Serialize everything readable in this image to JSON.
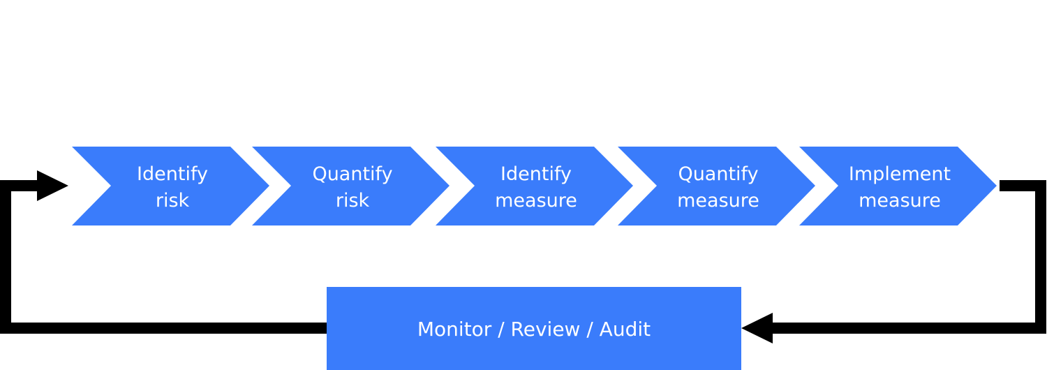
{
  "colors": {
    "step_fill": "#3a7cfb",
    "box_fill": "#3a7cfb",
    "arrow": "#000000",
    "text": "#ffffff"
  },
  "steps": [
    {
      "line1": "Identify",
      "line2": "risk"
    },
    {
      "line1": "Quantify",
      "line2": "risk"
    },
    {
      "line1": "Identify",
      "line2": "measure"
    },
    {
      "line1": "Quantify",
      "line2": "measure"
    },
    {
      "line1": "Implement",
      "line2": "measure"
    }
  ],
  "monitor_box": {
    "label": "Monitor / Review / Audit"
  }
}
